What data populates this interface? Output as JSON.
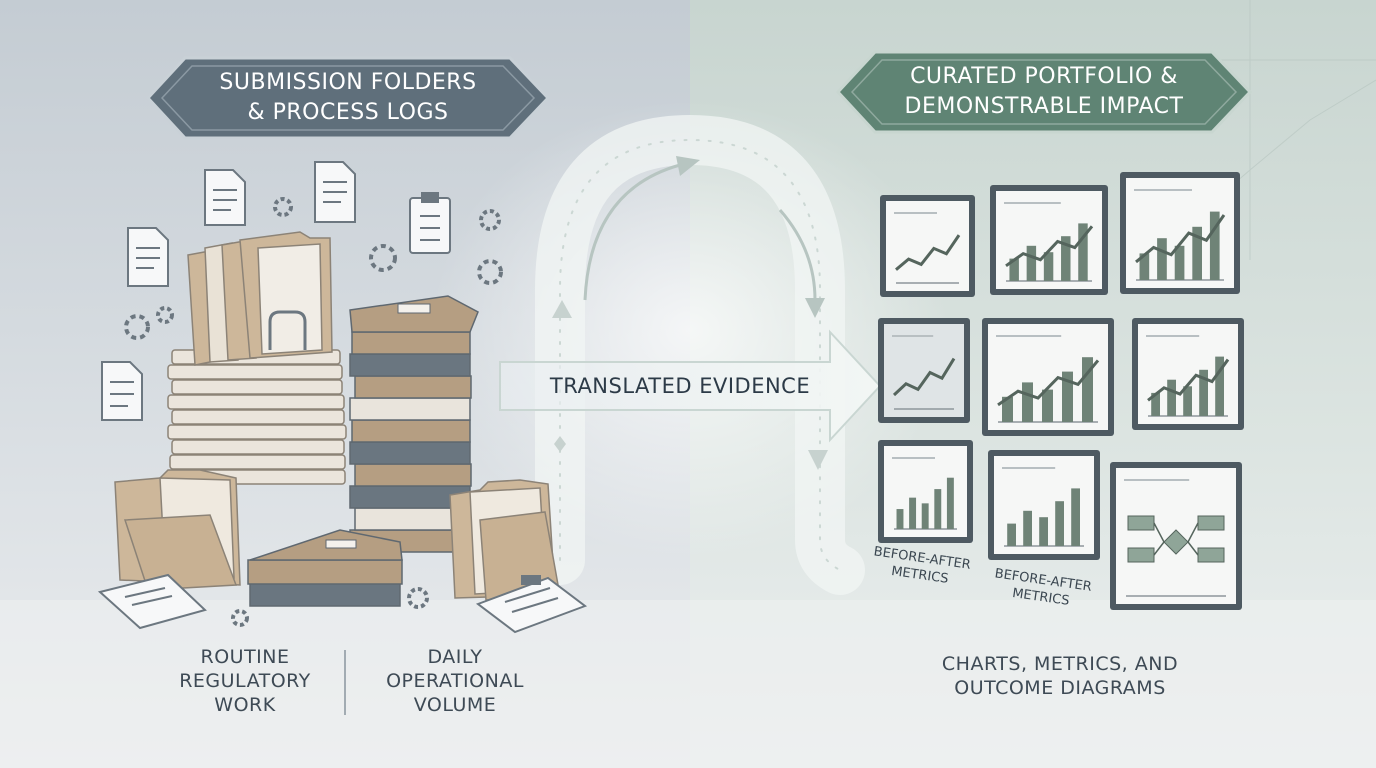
{
  "left": {
    "title_line1": "SUBMISSION FOLDERS",
    "title_line2": "& PROCESS LOGS",
    "caption_a": [
      "ROUTINE",
      "REGULATORY",
      "WORK"
    ],
    "caption_b": [
      "DAILY",
      "OPERATIONAL",
      "VOLUME"
    ]
  },
  "center": {
    "label": "TRANSLATED EVIDENCE"
  },
  "right": {
    "title_line1": "CURATED PORTFOLIO &",
    "title_line2": "DEMONSTRABLE IMPACT",
    "metric_label_1": [
      "BEFORE-AFTER",
      "METRICS"
    ],
    "metric_label_2": [
      "BEFORE-AFTER",
      "METRICS"
    ],
    "caption": [
      "CHARTS, METRICS, AND",
      "OUTCOME DIAGRAMS"
    ]
  },
  "colors": {
    "left_ribbon": "#5f6f7b",
    "right_ribbon": "#5f8474",
    "folder": "#cdb79a",
    "book_tan": "#b59e82",
    "book_slate": "#6a7680",
    "chart_bar": "#6f8377",
    "chart_line": "#55655d",
    "arrow_glow": "#e8f1ee"
  }
}
